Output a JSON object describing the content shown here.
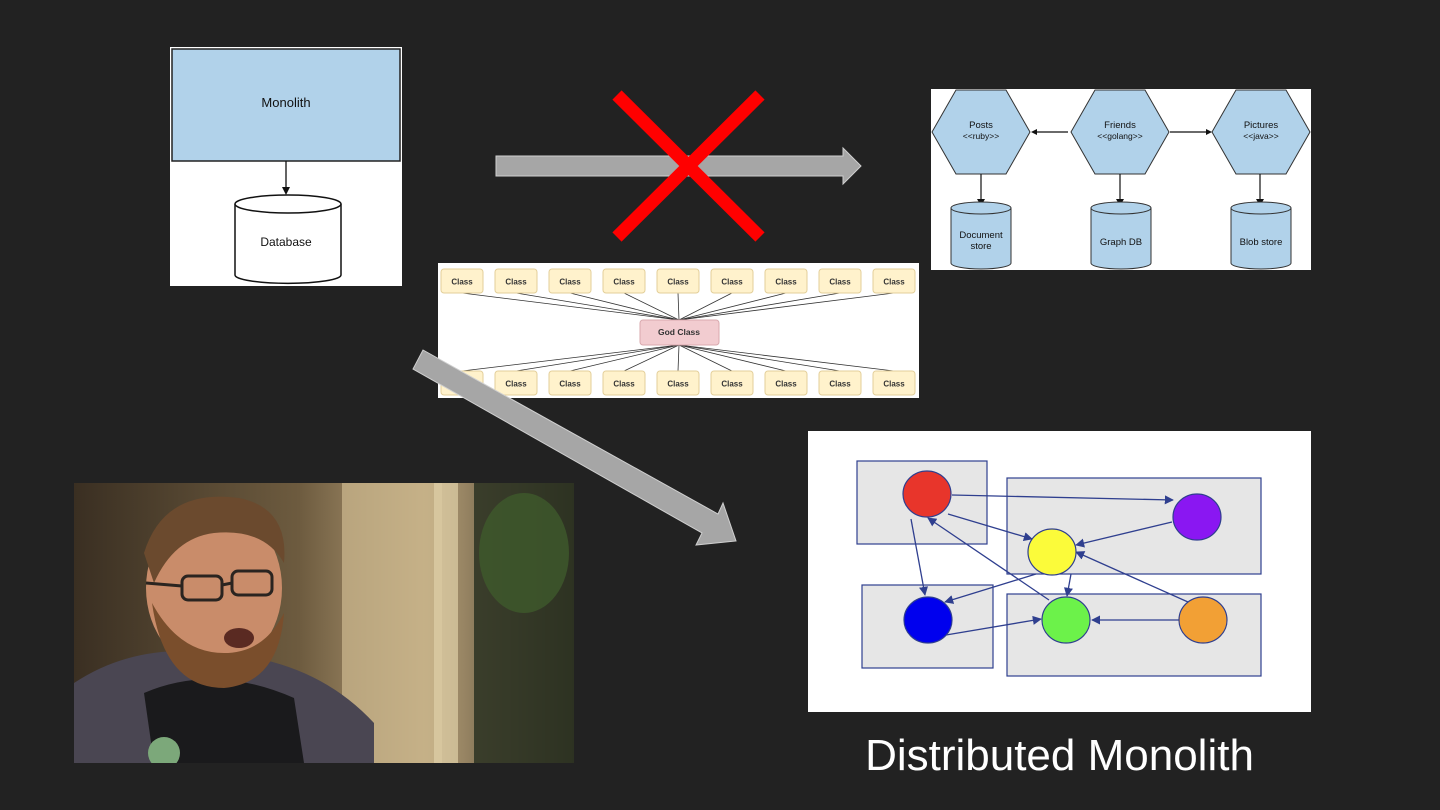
{
  "monolith_diagram": {
    "service_label": "Monolith",
    "database_label": "Database"
  },
  "services_diagram": {
    "services": [
      {
        "name": "Posts",
        "tech": "<<ruby>>",
        "store_line1": "Document",
        "store_line2": "store"
      },
      {
        "name": "Friends",
        "tech": "<<golang>>",
        "store_line1": "Graph DB",
        "store_line2": ""
      },
      {
        "name": "Pictures",
        "tech": "<<java>>",
        "store_line1": "Blob store",
        "store_line2": ""
      }
    ]
  },
  "god_class_diagram": {
    "center_label": "God Class",
    "class_label": "Class",
    "top_count": 9,
    "bottom_count": 9
  },
  "distributed_diagram": {
    "node_colors": {
      "red": "#e8352b",
      "purple": "#8a17f2",
      "yellow": "#fbfb3a",
      "blue": "#0000ee",
      "green": "#6cf24a",
      "orange": "#f2a035"
    }
  },
  "caption": "Distributed Monolith",
  "colors": {
    "background": "#222222",
    "arrow": "#a6a6a6",
    "cross": "#ff0000",
    "light_blue": "#b1d2ea"
  }
}
